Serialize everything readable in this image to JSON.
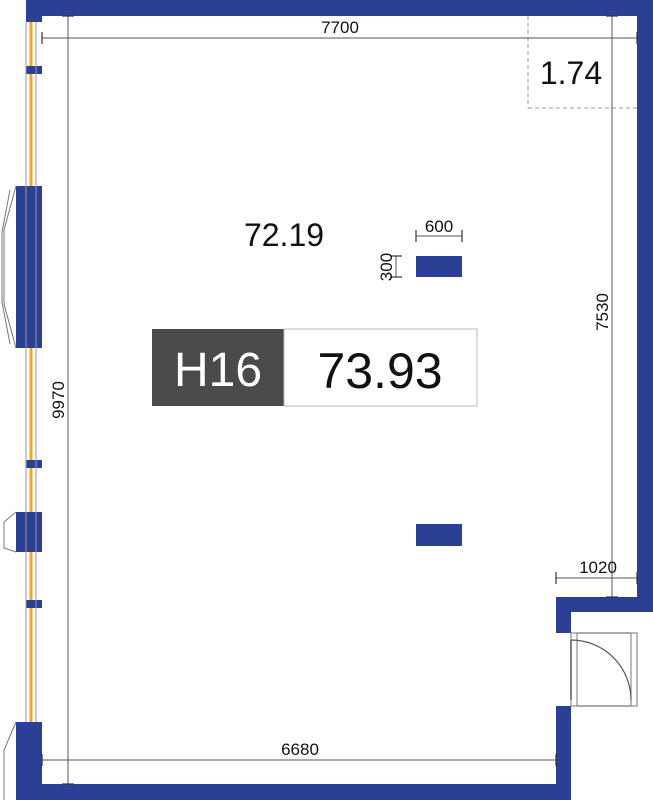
{
  "unit": {
    "code": "H16",
    "total_area": "73.93",
    "main_area": "72.19",
    "corner_area": "1.74"
  },
  "dimensions": {
    "top_width": "7700",
    "bottom_width": "6680",
    "left_height": "9970",
    "right_height": "7530",
    "entrance_width": "1020",
    "column_width": "600",
    "column_depth": "300"
  },
  "colors": {
    "wall": "#2b3f95",
    "window": "#f4a623",
    "label_dark": "#4a4a4a",
    "label_light": "#ffffff"
  }
}
